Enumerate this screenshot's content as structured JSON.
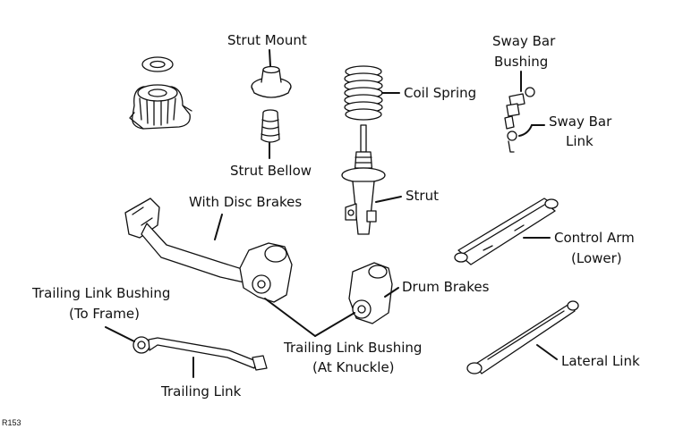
{
  "labels": {
    "strut_mount": "Strut Mount",
    "sway_bar_bushing_1": "Sway Bar",
    "sway_bar_bushing_2": "Bushing",
    "coil_spring": "Coil Spring",
    "sway_bar_link_1": "Sway Bar",
    "sway_bar_link_2": "Link",
    "strut_bellow": "Strut Bellow",
    "with_disc_brakes": "With Disc Brakes",
    "strut": "Strut",
    "control_arm_1": "Control Arm",
    "control_arm_2": "(Lower)",
    "drum_brakes": "Drum Brakes",
    "trailing_link_bushing_frame_1": "Trailing Link Bushing",
    "trailing_link_bushing_frame_2": "(To Frame)",
    "trailing_link_bushing_knuckle_1": "Trailing Link Bushing",
    "trailing_link_bushing_knuckle_2": "(At Knuckle)",
    "lateral_link": "Lateral Link",
    "trailing_link": "Trailing Link"
  },
  "figure_code": "R153"
}
